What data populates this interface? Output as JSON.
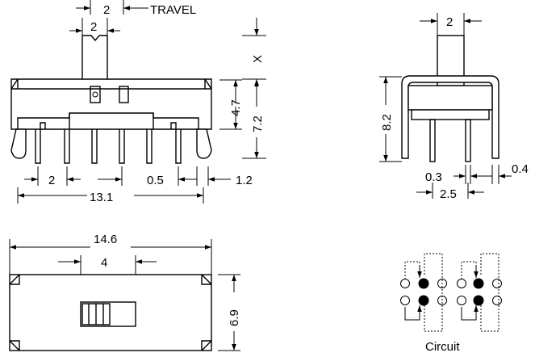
{
  "front_view": {
    "travel_value": "2",
    "travel_label": "TRAVEL",
    "actuator_width": "2",
    "stroke_x": "X",
    "height_4_7": "4.7",
    "height_7_2": "7.2",
    "pitch": "2",
    "pin_spacing": "0.5",
    "pin_width": "1.2",
    "overall_length": "13.1"
  },
  "side_view": {
    "actuator_width": "2",
    "height": "8.2",
    "pin_width": "0.3",
    "pin_thickness": "0.4",
    "pin_row_spacing": "2.5"
  },
  "top_view": {
    "overall_length": "14.6",
    "knob_travel": "4",
    "width": "6.9"
  },
  "circuit": {
    "label": "Circuit"
  }
}
